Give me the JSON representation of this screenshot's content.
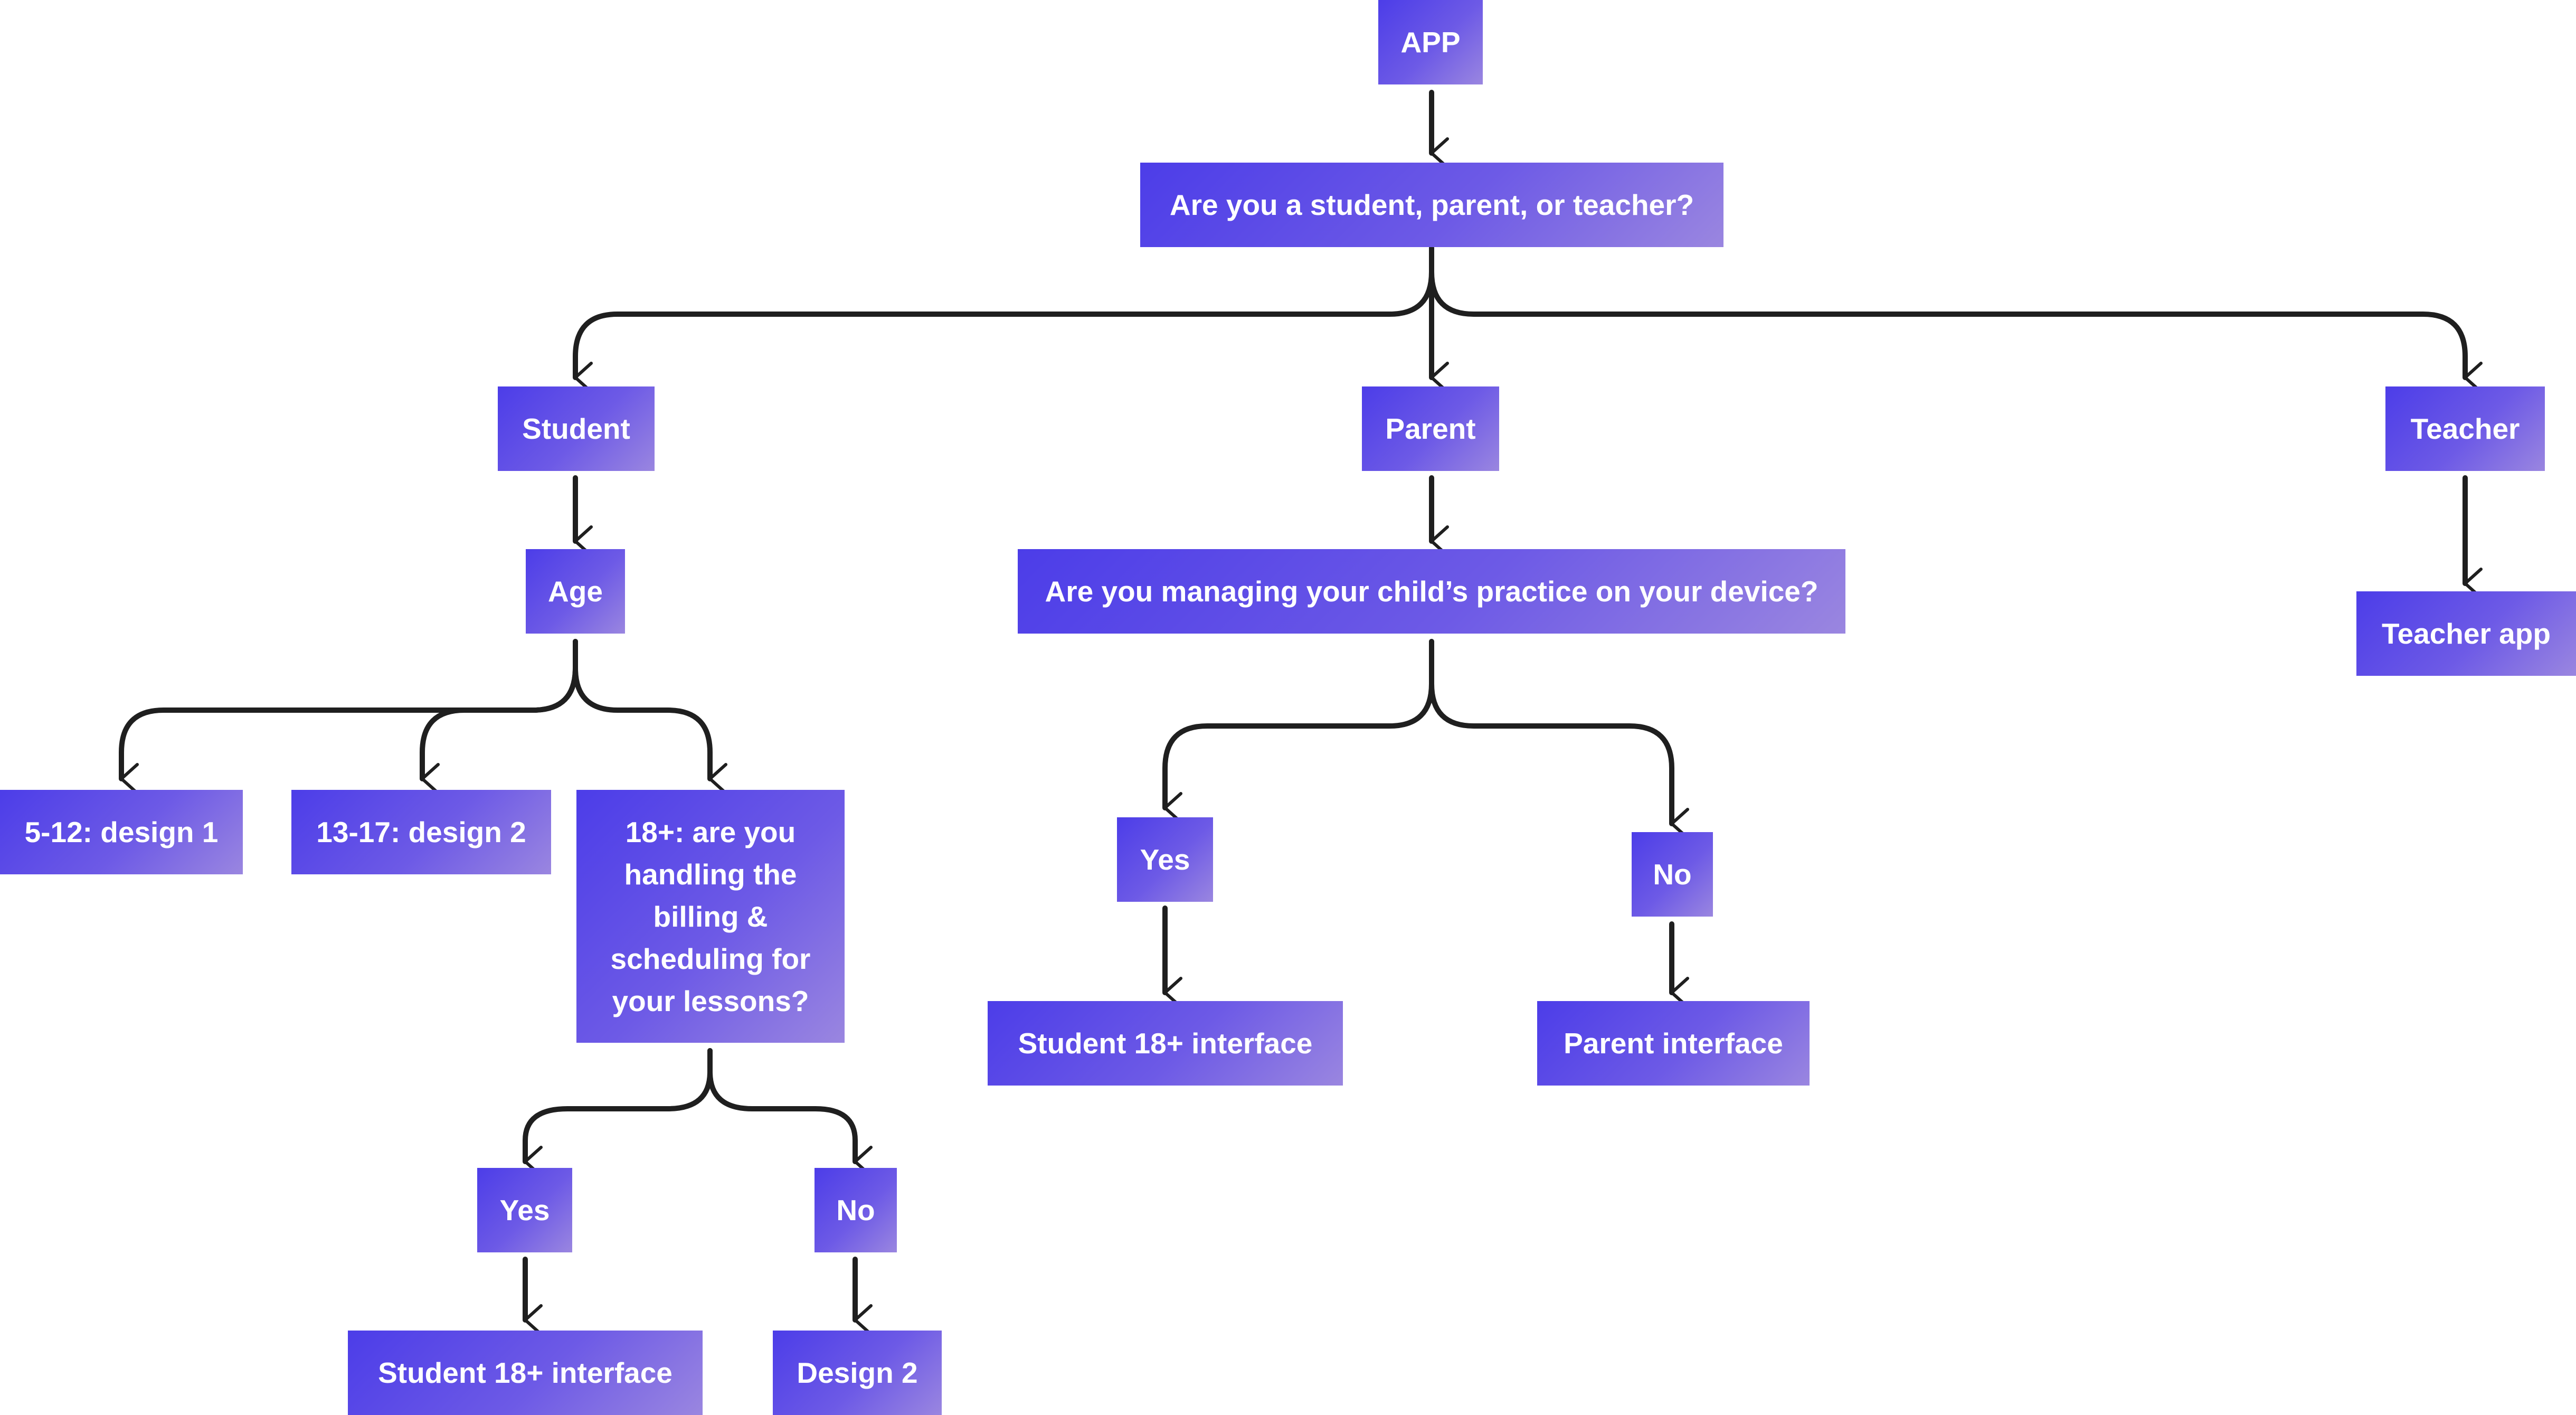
{
  "colors": {
    "node_gradient_start": "#4c3de8",
    "node_gradient_end": "#9a86e0",
    "node_text": "#ffffff",
    "connector": "#1f1f1f",
    "background": "#ffffff"
  },
  "flowchart": {
    "root": "APP",
    "role_question": "Are you a student, parent, or teacher?",
    "student": {
      "label": "Student",
      "age": "Age",
      "group_5_12": "5-12: design 1",
      "group_13_17": "13-17: design 2",
      "group_18_question": "18+: are you handling the billing & scheduling for your lessons?",
      "yes": "Yes",
      "no": "No",
      "yes_result": "Student 18+ interface",
      "no_result": "Design 2"
    },
    "parent": {
      "label": "Parent",
      "question": "Are you managing your child’s practice on your device?",
      "yes": "Yes",
      "no": "No",
      "yes_result": "Student 18+ interface",
      "no_result": "Parent interface"
    },
    "teacher": {
      "label": "Teacher",
      "result": "Teacher app"
    }
  }
}
